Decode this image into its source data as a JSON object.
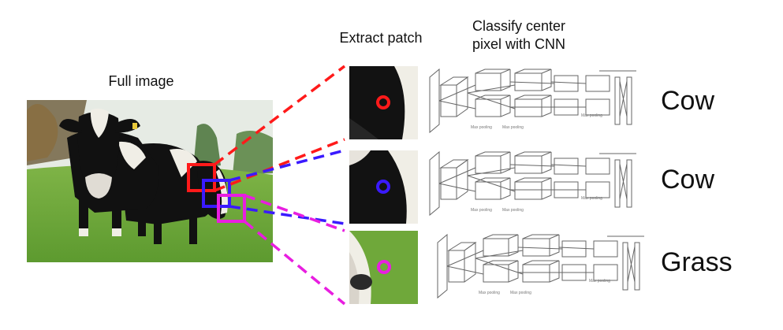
{
  "headings": {
    "full_image": "Full image",
    "extract_patch": "Extract patch",
    "classify_line1": "Classify center",
    "classify_line2": "pixel with CNN"
  },
  "classes": [
    "Cow",
    "Cow",
    "Grass"
  ],
  "colors": {
    "red": "#ff1a1a",
    "blue": "#3a1aff",
    "magenta": "#e81ee0",
    "grass": "#6fa83a",
    "sky": "#e9efe9",
    "cow_black": "#111111",
    "cow_white": "#f1efe8"
  },
  "cnn_labels": [
    "Max pooling",
    "Max pooling",
    "Max pooling"
  ]
}
